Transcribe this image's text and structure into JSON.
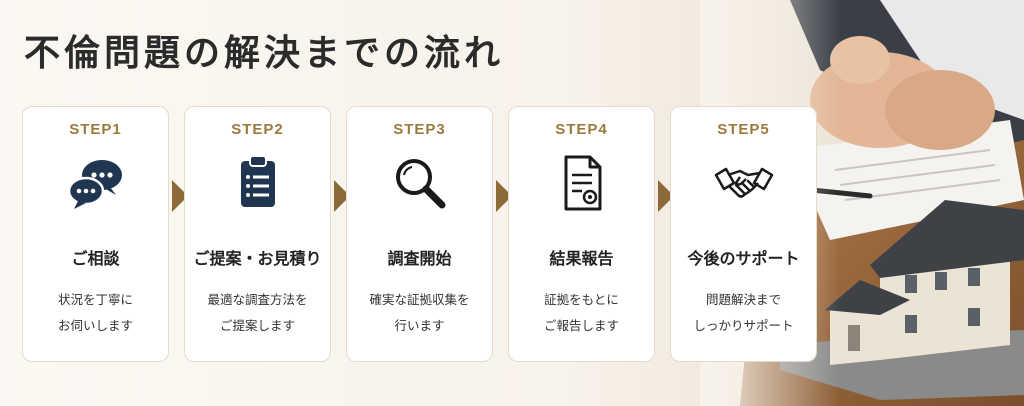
{
  "title": "不倫問題の解決までの流れ",
  "steps": [
    {
      "label": "STEP1",
      "name": "ご相談",
      "desc": [
        "状況を丁寧に",
        "お伺いします"
      ]
    },
    {
      "label": "STEP2",
      "name": "ご提案・お見積り",
      "desc": [
        "最適な調査方法を",
        "ご提案します"
      ]
    },
    {
      "label": "STEP3",
      "name": "調査開始",
      "desc": [
        "確実な証拠収集を",
        "行います"
      ]
    },
    {
      "label": "STEP4",
      "name": "結果報告",
      "desc": [
        "証拠をもとに",
        "ご報告します"
      ]
    },
    {
      "label": "STEP5",
      "name": "今後のサポート",
      "desc": [
        "問題解決まで",
        "しっかりサポート"
      ]
    }
  ],
  "colors": {
    "accent": "#9a7a3e",
    "icon": "#1f3550",
    "arrow": "#8c6a3a",
    "text": "#222222"
  }
}
